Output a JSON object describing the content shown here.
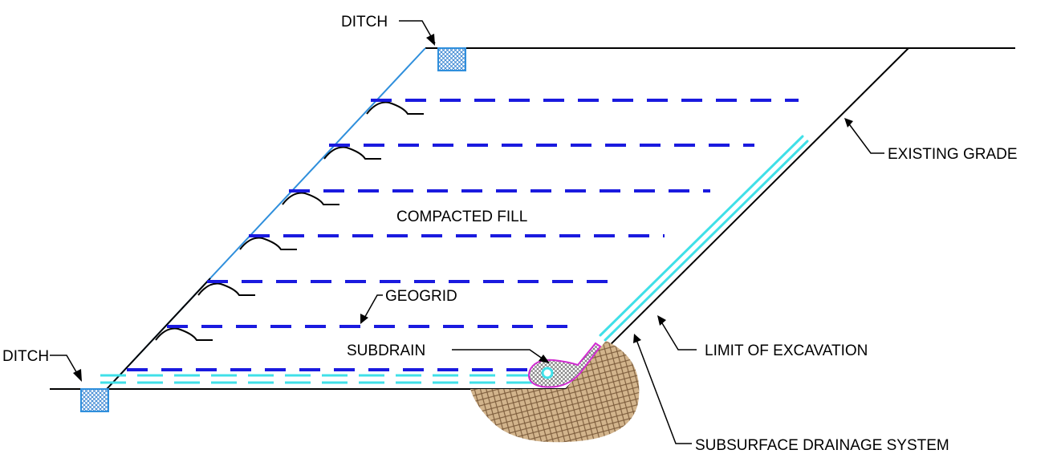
{
  "labels": {
    "ditch_top": "DITCH",
    "ditch_bottom": "DITCH",
    "existing_grade": "EXISTING GRADE",
    "compacted_fill": "COMPACTED FILL",
    "geogrid": "GEOGRID",
    "subdrain": "SUBDRAIN",
    "limit_of_excavation": "LIMIT OF EXCAVATION",
    "subsurface_drainage_system": "SUBSURFACE DRAINAGE SYSTEM"
  },
  "colors": {
    "line": "#000000",
    "slope_face": "#2f8fdc",
    "geogrid": "#1a1adf",
    "drain": "#40e0e8",
    "ditch_fill": "#5aa6ea",
    "subdrain_outline": "#d02cd0",
    "drainage_backfill": "#b8926a"
  }
}
